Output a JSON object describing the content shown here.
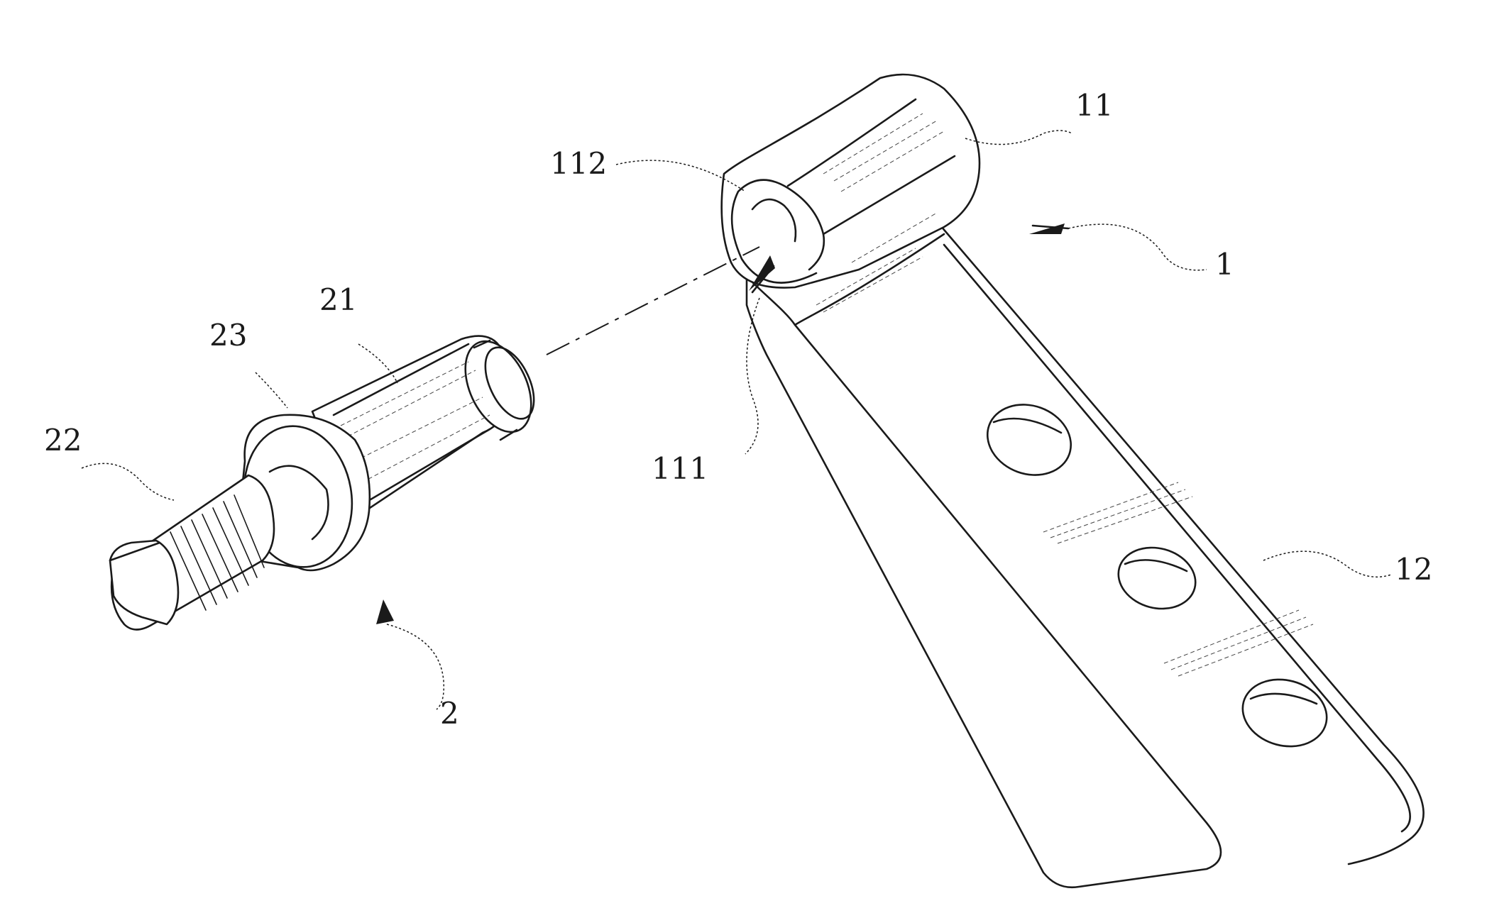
{
  "labels": {
    "l11": "11",
    "l112": "112",
    "l1": "1",
    "l21": "21",
    "l23": "23",
    "l22": "22",
    "l111": "111",
    "l12": "12",
    "l2": "2"
  }
}
